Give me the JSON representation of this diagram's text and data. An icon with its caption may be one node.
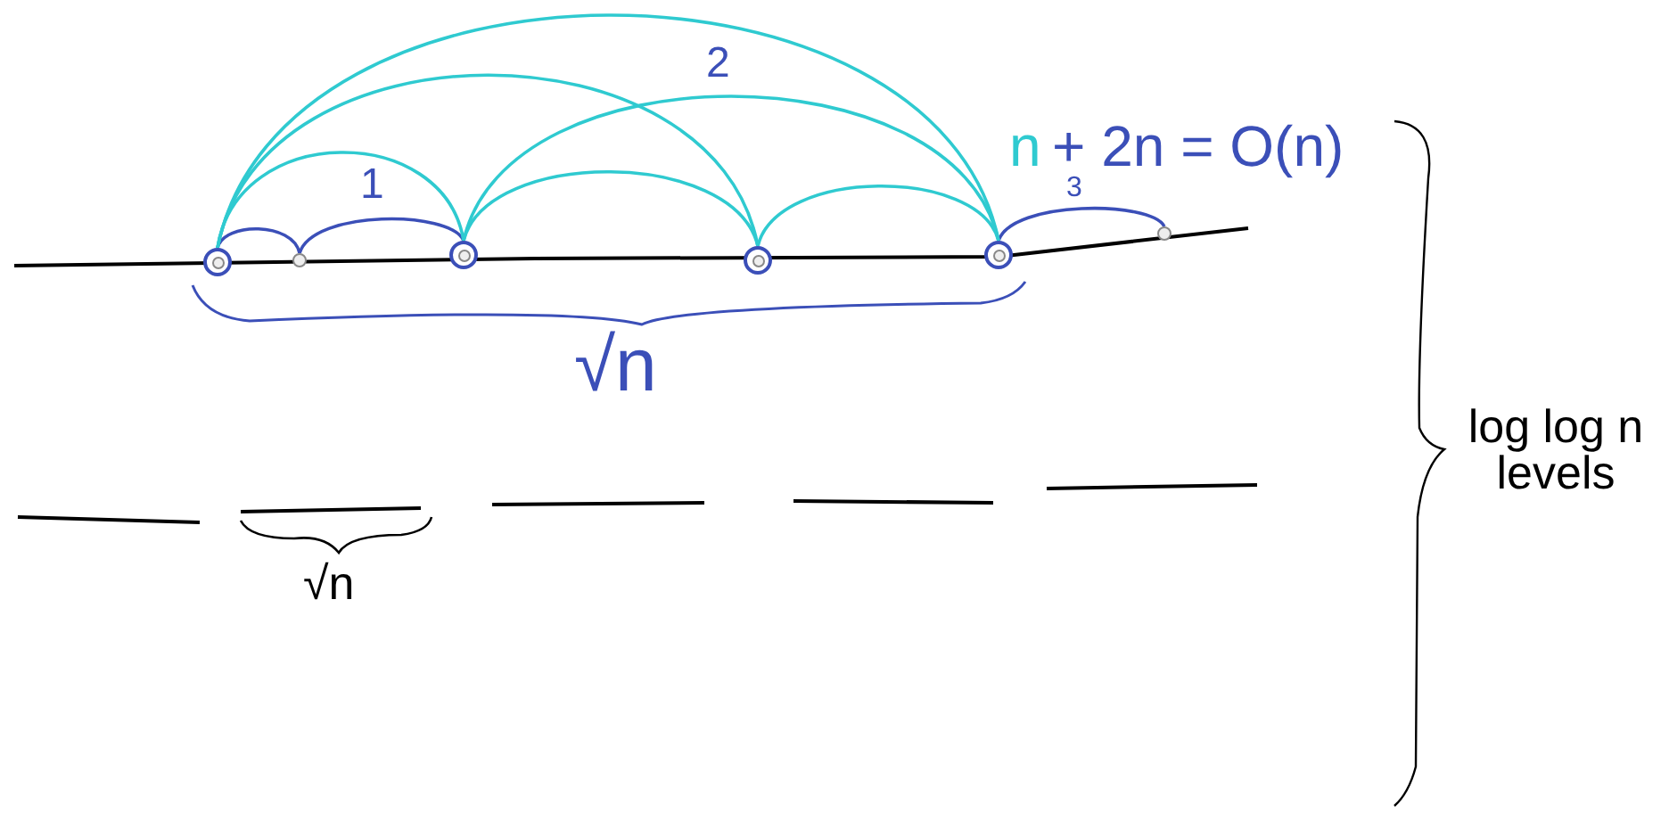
{
  "diagram": {
    "nodes": [
      {
        "text": [],
        "shape": "circle"
      },
      {
        "text": [],
        "shape": "circle"
      },
      {
        "text": [],
        "shape": "circle"
      },
      {
        "text": [],
        "shape": "circle"
      },
      {
        "text": [],
        "shape": "circle"
      },
      {
        "text": [],
        "shape": "circle"
      }
    ],
    "edges": [
      {
        "from": 0,
        "to": 1,
        "arrow": "none",
        "color": "#3b4fb8"
      },
      {
        "from": 1,
        "to": 2,
        "arrow": "none",
        "color": "#3b4fb8"
      },
      {
        "from": 4,
        "to": 5,
        "arrow": "none",
        "color": "#3b4fb8"
      },
      {
        "from": 0,
        "to": 2,
        "arrow": "none"
      },
      {
        "from": 0,
        "to": 3,
        "arrow": "none"
      },
      {
        "from": 0,
        "to": 4,
        "arrow": "none"
      },
      {
        "from": 2,
        "to": 3,
        "arrow": "none"
      },
      {
        "from": 2,
        "to": 4,
        "arrow": "none"
      },
      {
        "from": 3,
        "to": 4,
        "arrow": "none"
      }
    ],
    "labels": [
      "2",
      "1",
      "n",
      "+ 2n = O(n)",
      "3",
      "√n",
      "√n",
      "log log n levels"
    ]
  }
}
